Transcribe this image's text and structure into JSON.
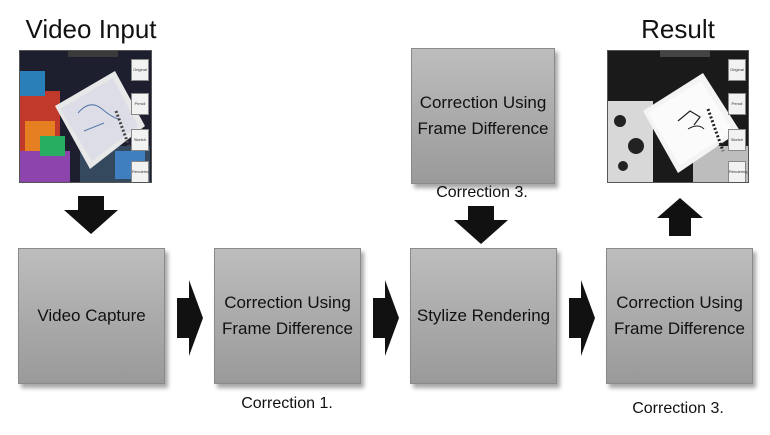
{
  "titles": {
    "input": "Video Input",
    "result": "Result"
  },
  "boxes": {
    "capture": "Video Capture",
    "correction1": "Correction Using\nFrame Difference",
    "stylize": "Stylize Rendering",
    "correction_final": "Correction Using\nFrame Difference",
    "correction3_top": "Correction Using\nFrame Difference"
  },
  "captions": {
    "correction1": "Correction 1.",
    "correction3_top": "Correction 3.",
    "correction3_bottom": "Correction 3."
  },
  "thumbnail_buttons": [
    "Original",
    "Pencil",
    "Sketch",
    "Rendering"
  ]
}
